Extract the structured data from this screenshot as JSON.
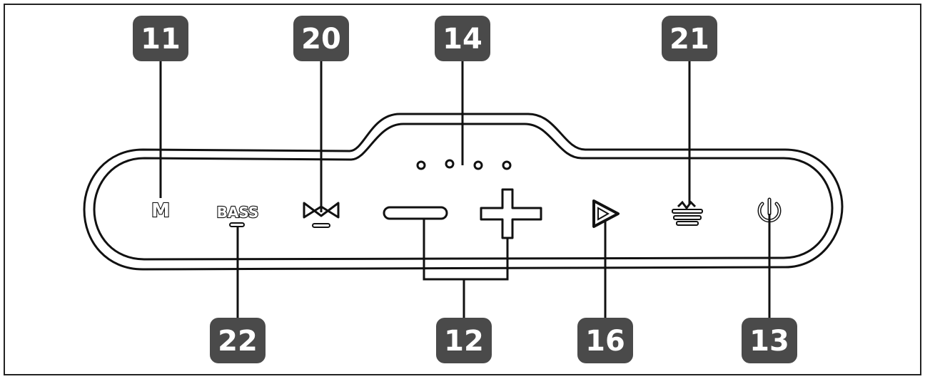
{
  "callouts": {
    "c11": "11",
    "c20": "20",
    "c14": "14",
    "c21": "21",
    "c22": "22",
    "c12": "12",
    "c16": "16",
    "c13": "13"
  },
  "panel_labels": {
    "mode": "M",
    "bass": "BASS"
  },
  "colors": {
    "callout_fill": "#4a4a4a",
    "line": "#111111",
    "background": "#ffffff"
  },
  "icons": {
    "mode": "mode-m-icon",
    "bass": "bass-icon",
    "tws": "tws-bowtie-icon",
    "led_indicators": "battery-led-indicators",
    "volume_down": "minus-icon",
    "volume_up": "plus-icon",
    "play": "play-pause-icon",
    "light": "light-mode-icon",
    "power": "power-icon"
  }
}
